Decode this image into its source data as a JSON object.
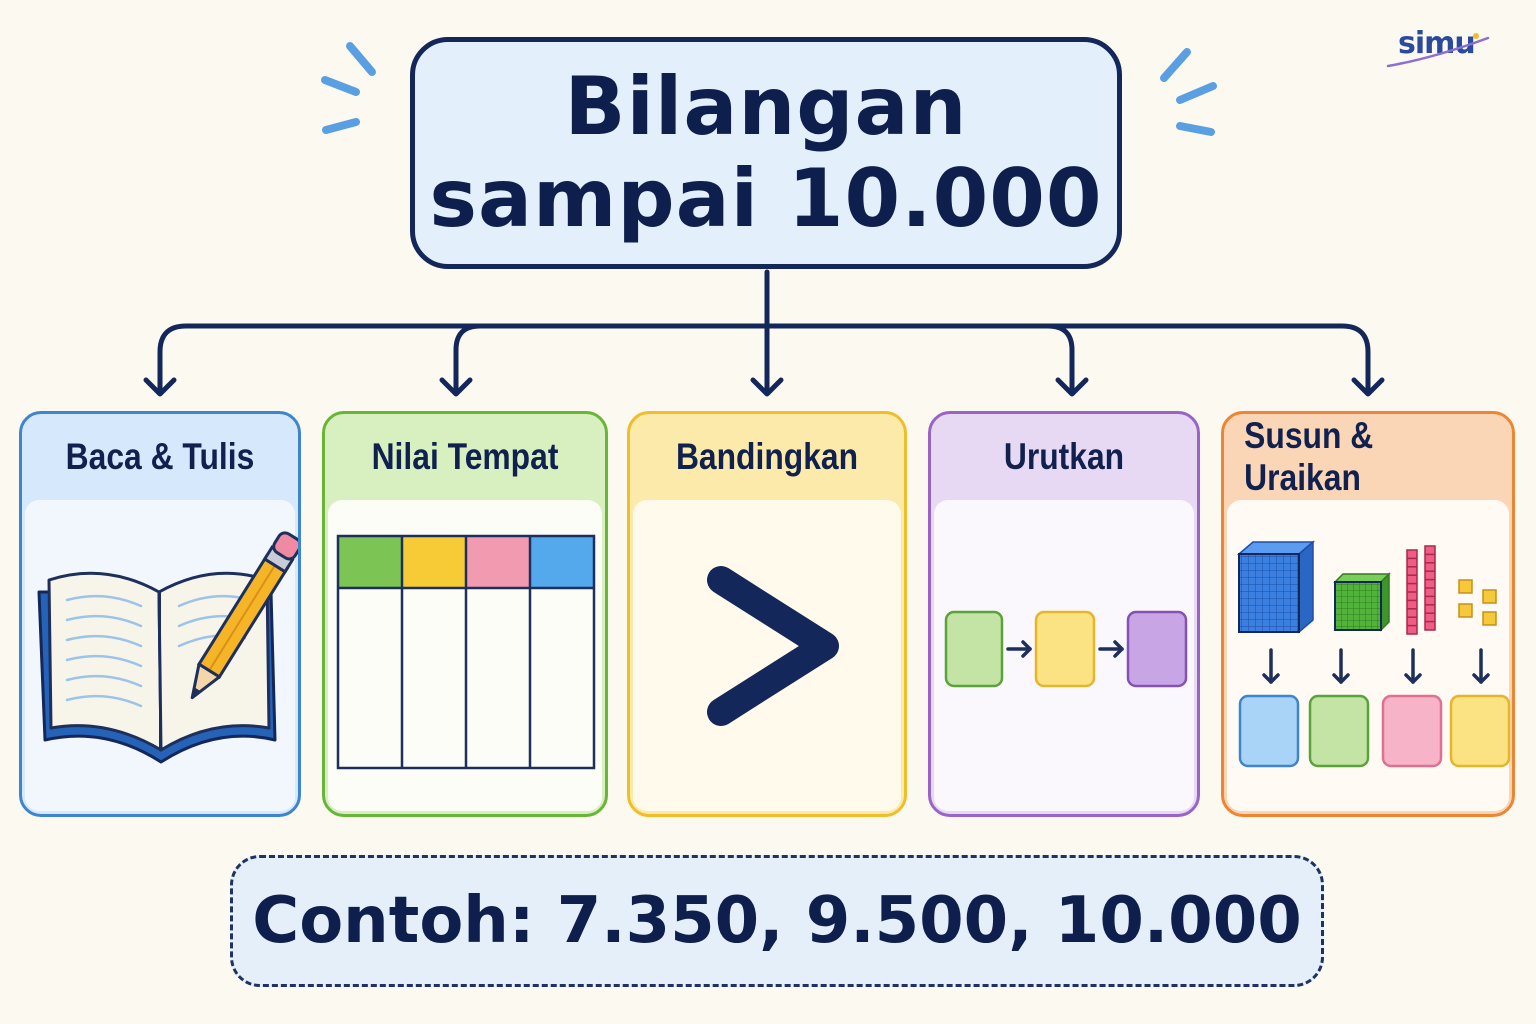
{
  "logo": {
    "text": "simu"
  },
  "title": {
    "line1": "Bilangan",
    "line2": "sampai 10.000"
  },
  "cards": [
    {
      "label": "Baca & Tulis",
      "icon": "open-book-pencil-icon"
    },
    {
      "label": "Nilai Tempat",
      "icon": "place-value-table-icon"
    },
    {
      "label": "Bandingkan",
      "icon": "greater-than-icon"
    },
    {
      "label": "Urutkan",
      "icon": "sequence-boxes-icon"
    },
    {
      "label": "Susun & Uraikan",
      "icon": "base-ten-blocks-icon"
    }
  ],
  "example": {
    "text": "Contoh: 7.350, 9.500, 10.000"
  },
  "colors": {
    "background": "#fcf9f1",
    "navy": "#14275a",
    "blue": "#3e85cf",
    "green": "#68b537",
    "yellow": "#f0bd2b",
    "purple": "#9a63c8",
    "orange": "#ee8533",
    "pink": "#f29ab0"
  }
}
